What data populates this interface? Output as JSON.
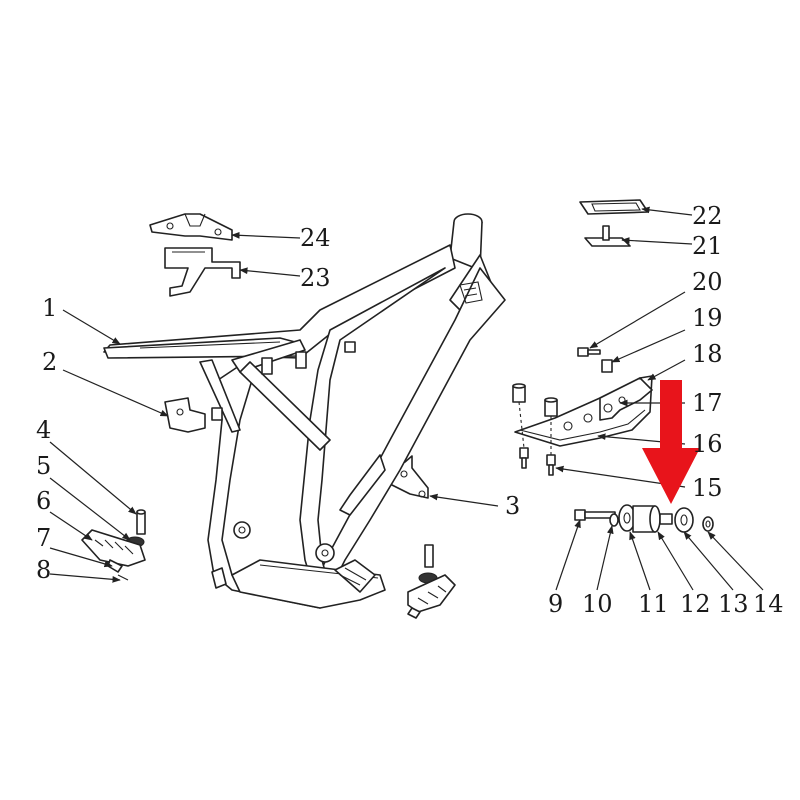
{
  "labels": [
    "1",
    "2",
    "3",
    "4",
    "5",
    "6",
    "7",
    "8",
    "9",
    "10",
    "11",
    "12",
    "13",
    "14",
    "15",
    "16",
    "17",
    "18",
    "19",
    "20",
    "21",
    "22",
    "23",
    "24"
  ],
  "highlight_color": "#e8141b",
  "highlight_arrow_icon": "red-arrow-down-icon"
}
